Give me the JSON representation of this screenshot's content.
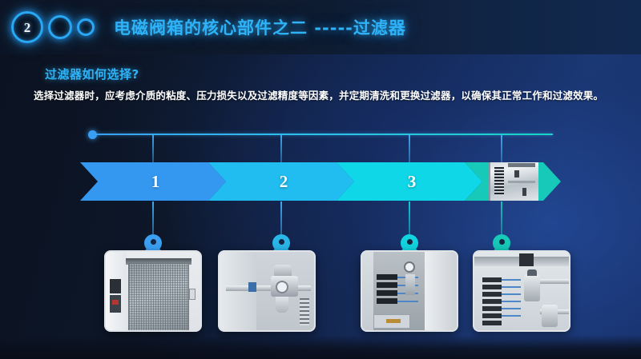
{
  "header": {
    "badge_number": "2",
    "title": "电磁阀箱的核心部件之二    -----过滤器",
    "ring_count": 3
  },
  "content": {
    "subheading": "过滤器如何选择?",
    "paragraph": "选择过滤器时，应考虑介质的粘度、压力损失以及过滤精度等因素，并定期清洗和更换过滤器，以确保其正常工作和过滤效果。"
  },
  "timeline": {
    "steps": [
      {
        "label": "1",
        "color": "#3498f0",
        "has_photo": false
      },
      {
        "label": "2",
        "color": "#22bdf0",
        "has_photo": false
      },
      {
        "label": "3",
        "color": "#0fd7e8",
        "has_photo": false
      },
      {
        "label": "",
        "color": "#16c9b8",
        "has_photo": true
      }
    ],
    "rail_color": "#3b9ff2",
    "pin_colors": [
      "#3b9ff2",
      "#29b6e8",
      "#12d3de",
      "#16c9b8"
    ]
  },
  "photos": [
    {
      "caption": "",
      "alt": "filter-cabinet-mesh-panel"
    },
    {
      "caption": "",
      "alt": "valve-regulator-assembly"
    },
    {
      "caption": "",
      "alt": "open-cabinet-manifold"
    },
    {
      "caption": "",
      "alt": "wide-manifold-regulators"
    }
  ],
  "colors": {
    "accent_blue": "#2eb3f8",
    "accent_teal": "#16c9b8",
    "background_dark": "#0d1626",
    "background_navy": "#1b3a74",
    "text_white": "#ffffff"
  }
}
